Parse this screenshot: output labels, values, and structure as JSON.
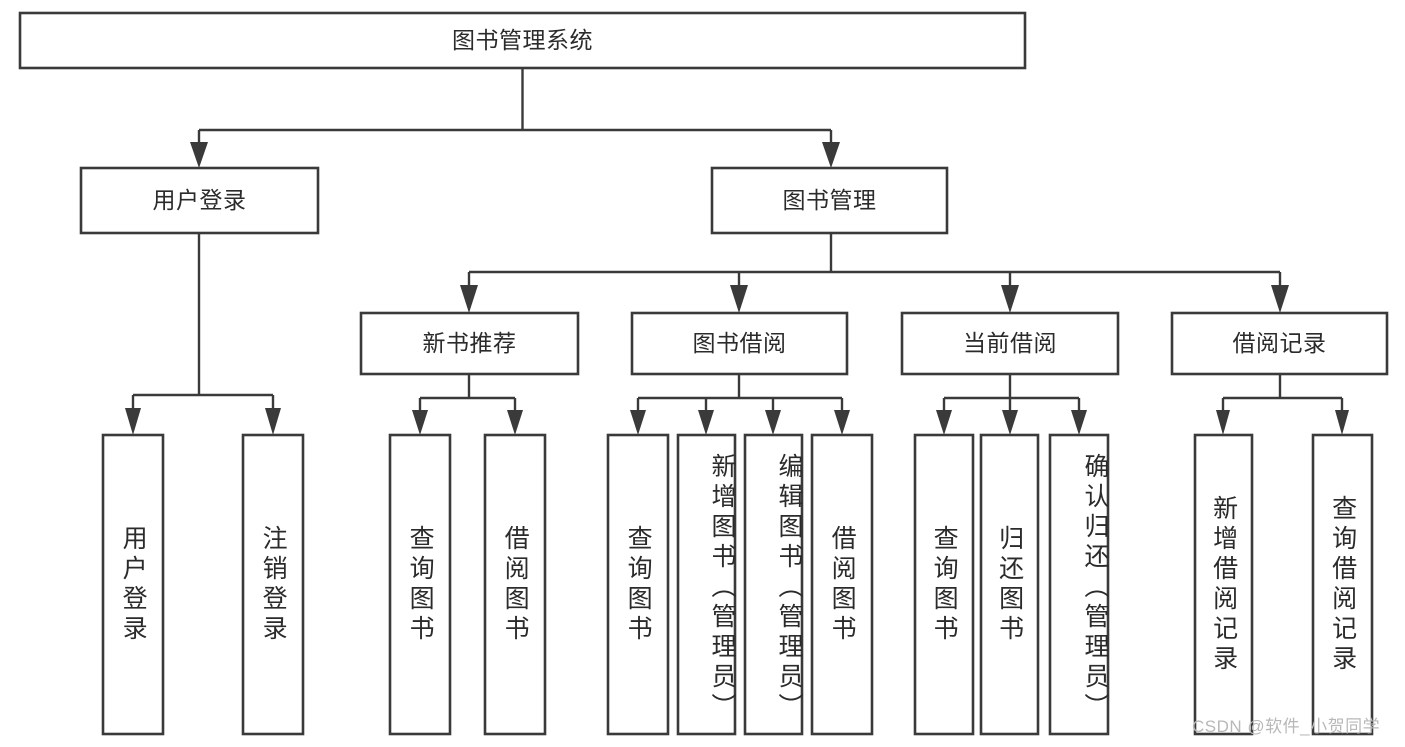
{
  "diagram": {
    "type": "tree-hierarchy",
    "title": "图书管理系统",
    "watermark": "CSDN @软件_小贺同学",
    "colors": {
      "stroke": "#3a3a3a",
      "fill": "#ffffff",
      "text": "#2b2b2b",
      "watermark": "#b8b8b8",
      "background": "#ffffff"
    },
    "levels": {
      "root": {
        "label": "图书管理系统"
      },
      "level2": [
        {
          "label": "用户登录"
        },
        {
          "label": "图书管理"
        }
      ],
      "level3": [
        {
          "label": "新书推荐"
        },
        {
          "label": "图书借阅"
        },
        {
          "label": "当前借阅"
        },
        {
          "label": "借阅记录"
        }
      ],
      "leaves": [
        {
          "label": "用户登录",
          "parent": "用户登录"
        },
        {
          "label": "注销登录",
          "parent": "用户登录"
        },
        {
          "label": "查询图书",
          "parent": "新书推荐"
        },
        {
          "label": "借阅图书",
          "parent": "新书推荐"
        },
        {
          "label": "查询图书",
          "parent": "图书借阅"
        },
        {
          "label": "新增图书（管理员）",
          "parent": "图书借阅"
        },
        {
          "label": "编辑图书（管理员）",
          "parent": "图书借阅"
        },
        {
          "label": "借阅图书",
          "parent": "图书借阅"
        },
        {
          "label": "查询图书",
          "parent": "当前借阅"
        },
        {
          "label": "归还图书",
          "parent": "当前借阅"
        },
        {
          "label": "确认归还（管理员）",
          "parent": "当前借阅"
        },
        {
          "label": "新增借阅记录",
          "parent": "借阅记录"
        },
        {
          "label": "查询借阅记录",
          "parent": "借阅记录"
        }
      ]
    }
  }
}
